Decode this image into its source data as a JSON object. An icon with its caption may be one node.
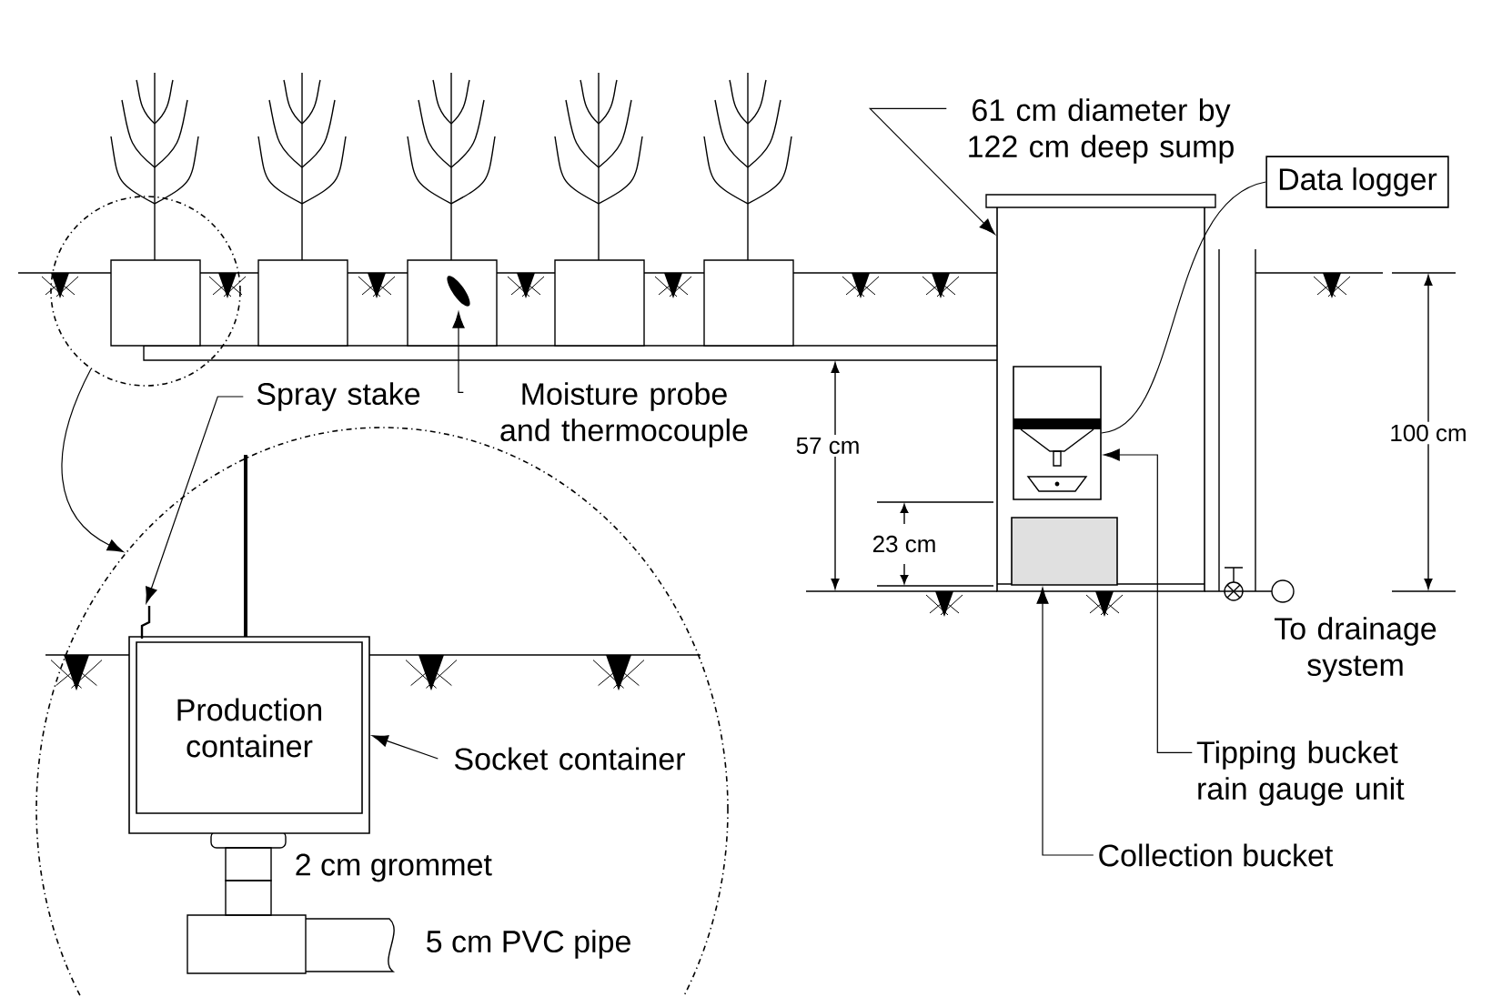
{
  "diagram": {
    "nodes": [
      {
        "text": [],
        "shape": "circle"
      },
      {
        "text": [],
        "shape": "circle"
      },
      {
        "text": [],
        "shape": "box",
        "in": 1
      },
      {
        "text": [
          "Production container"
        ],
        "in": 2
      },
      {
        "text": [
          "Spray stake"
        ]
      },
      {
        "text": [],
        "shape": "picture",
        "in": 1
      },
      {
        "text": [
          "Moisture probe and thermocouple"
        ]
      },
      {
        "text": [],
        "shape": "picture"
      },
      {
        "text": [
          "Socket container"
        ],
        "in": 1
      },
      {
        "text": [
          "61 cm diameter by 122 cm deep sump"
        ]
      },
      {
        "text": [],
        "shape": "box"
      },
      {
        "text": [
          "Data logger"
        ]
      },
      {
        "text": [],
        "shape": "box",
        "in": 10
      },
      {
        "text": [
          "Tipping bucket rain gauge unit"
        ]
      },
      {
        "text": [],
        "shape": "box",
        "in": 10
      },
      {
        "text": [
          "Collection bucket"
        ]
      }
    ],
    "edges": [
      {
        "from": 0,
        "to": 1,
        "arrow": "to"
      },
      {
        "from": 4,
        "to": 5,
        "arrow": "to"
      },
      {
        "from": 6,
        "to": 7,
        "arrow": "to"
      },
      {
        "from": 8,
        "to": 2,
        "arrow": "to"
      },
      {
        "from": 9,
        "to": 10,
        "arrow": "to"
      },
      {
        "from": 11,
        "to": 12,
        "arrow": "none"
      },
      {
        "from": 13,
        "to": 12,
        "arrow": "to"
      },
      {
        "from": 15,
        "to": 14,
        "arrow": "to"
      }
    ],
    "labels": [
      "57 cm",
      "23 cm",
      "100 cm",
      "To drainage system",
      "2 cm grommet",
      "5 cm PVC pipe"
    ]
  }
}
